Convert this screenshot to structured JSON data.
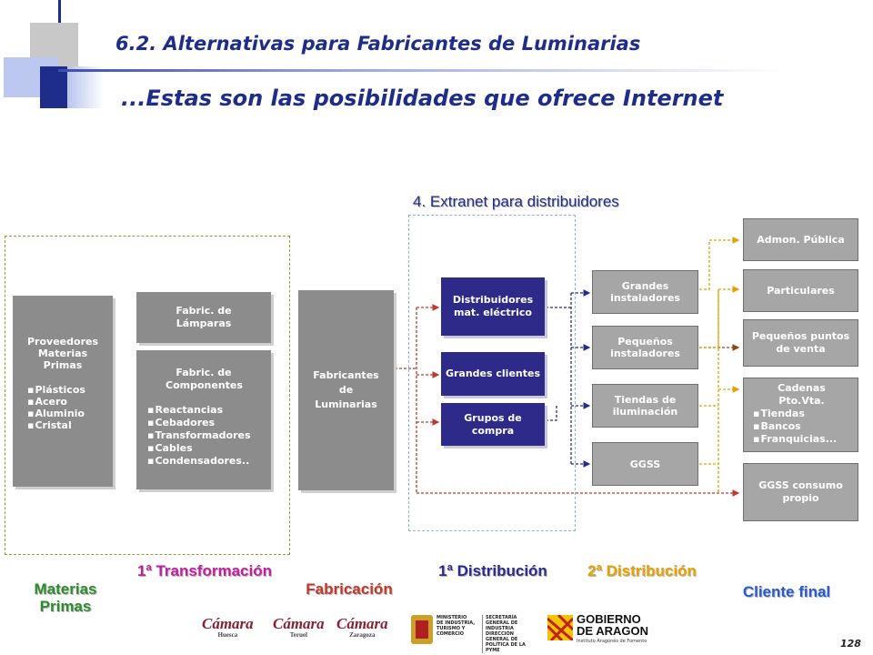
{
  "header": {
    "title": "6.2. Alternativas para Fabricantes de Luminarias",
    "subtitle": "...Estas son las posibilidades que ofrece Internet"
  },
  "extranet_label": "4. Extranet para distribuidores",
  "boxes": {
    "proveedores": {
      "title": "Proveedores Materias Primas",
      "items": [
        "Plásticos",
        "Acero",
        "Aluminio",
        "Cristal"
      ]
    },
    "lamparas": "Fabric. de Lámparas",
    "componentes": {
      "title": "Fabric. de Componentes",
      "items": [
        "Reactancias",
        "Cebadores",
        "Transformadores",
        "Cables",
        "Condensadores.."
      ]
    },
    "fabricantes": "Fabricantes de Luminarias",
    "distribuidores": "Distribuidores mat. eléctrico",
    "grandes_clientes": "Grandes clientes",
    "grupos_compra": "Grupos de compra",
    "grandes_instaladores": "Grandes instaladores",
    "pequenos_instaladores": "Pequeños instaladores",
    "tiendas_iluminacion": "Tiendas de iluminación",
    "ggss": "GGSS",
    "admon": "Admon. Pública",
    "particulares": "Particulares",
    "pequenos_puntos": "Pequeños puntos de venta",
    "cadenas": {
      "title": "Cadenas Pto.Vta.",
      "items": [
        "Tiendas",
        "Bancos",
        "Franquicias..."
      ]
    },
    "ggss_consumo": "GGSS consumo propio"
  },
  "stages": {
    "materias": "Materias Primas",
    "transformacion": "1ª Transformación",
    "fabricacion": "Fabricación",
    "distribucion1": "1ª Distribución",
    "distribucion2": "2ª Distribución",
    "cliente": "Cliente final"
  },
  "colors": {
    "title": "#1f2d8a",
    "dark_blue_box": "#2e2a8a",
    "grey_box": "#8c8c8c",
    "materias": "#2e8b2e",
    "transformacion": "#c01fa0",
    "fabricacion": "#c0392b",
    "distribucion1": "#2a2a8a",
    "distribucion2": "#e6a000",
    "cliente": "#2a5ad0"
  },
  "logos": {
    "camara_huesca": "Cámara",
    "huesca": "Huesca",
    "camara_teruel": "Cámara",
    "teruel": "Teruel",
    "camara_zaragoza": "Cámara",
    "zaragoza": "Zaragoza",
    "ministerio": [
      "MINISTERIO",
      "DE INDUSTRIA,",
      "TURISMO Y",
      "COMERCIO"
    ],
    "secretaria": [
      "SECRETARÍA GENERAL DE",
      "INDUSTRIA",
      "DIRECCIÓN GENERAL DE",
      "POLÍTICA DE LA PYME"
    ],
    "gobierno": [
      "GOBIERNO",
      "DE ARAGON"
    ],
    "instituto": "Instituto Aragonés de Fomento"
  },
  "page_number": "128"
}
